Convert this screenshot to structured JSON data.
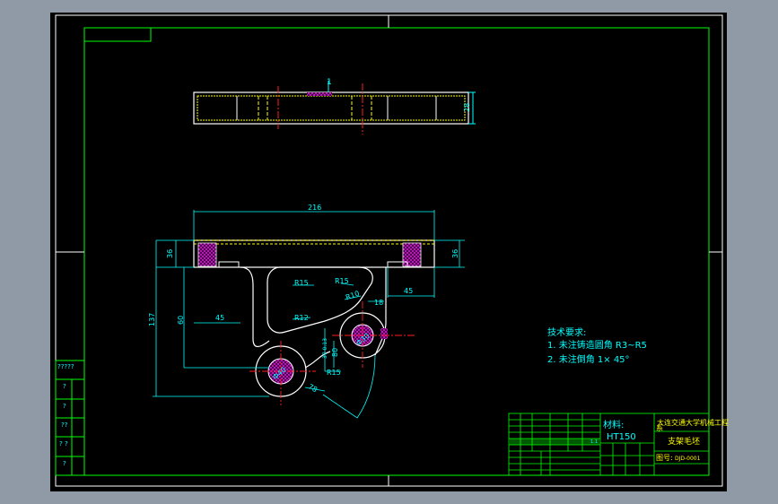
{
  "colors": {
    "app_background": "#8f9aa6",
    "canvas": "#000000",
    "frame": "#ffffff",
    "border": "#00ff00",
    "dimension": "#00ffff",
    "centerline": "#ff2020",
    "hidden": "#ffff00",
    "hatch": "#ff00ff",
    "text": "#00ffff",
    "title_text": "#ffff00"
  },
  "top_view": {
    "label_1": "1",
    "dim_thickness": "28"
  },
  "front_view": {
    "dim_width": "216",
    "dim_left_top": "36",
    "dim_right_top": "36",
    "dim_height": "137",
    "dim_depth": "60",
    "dim_45_left": "45",
    "dim_45_right": "45",
    "r15_a": "R15",
    "r15_b": "R15",
    "r10": "R10",
    "r12": "R12",
    "dim_18": "18",
    "phi30": "Φ30",
    "r15_c": "R15",
    "phi40": "Φ40",
    "dim_vertical": "37 0.13",
    "dim_80": "80",
    "dim_78": "78"
  },
  "notes": {
    "title": "技术要求:",
    "line1": "1. 未注铸造圆角 R3~R5",
    "line2": "2. 未注倒角  1× 45°"
  },
  "title_block": {
    "material_label": "材料:",
    "material_value": "HT150",
    "school": "大连交通大学机械工程",
    "school_cont": "系",
    "part_name": "支架毛坯",
    "drawing_no_label": "图号:",
    "drawing_no": "DJD-0001",
    "scale": "1:1",
    "left_cells": [
      "?????",
      "?",
      "?",
      "??",
      "? ?",
      "?"
    ]
  }
}
